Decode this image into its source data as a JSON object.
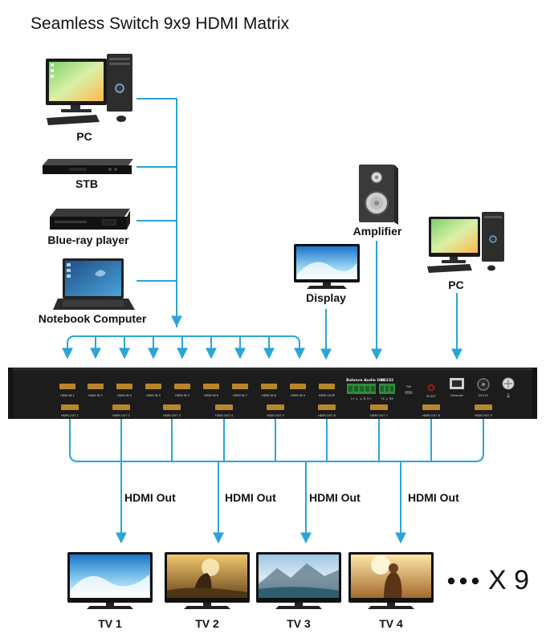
{
  "title": "Seamless Switch 9x9 HDMI Matrix",
  "sources": {
    "pc": "PC",
    "stb": "STB",
    "bluray": "Blue-ray player",
    "notebook": "Notebook Computer"
  },
  "side_devices": {
    "display": "Display",
    "amplifier": "Amplifier",
    "pc2": "PC"
  },
  "panel": {
    "inputs": [
      "HDMI IN 1",
      "HDMI IN 2",
      "HDMI IN 3",
      "HDMI IN 4",
      "HDMI IN 5",
      "HDMI IN 6",
      "HDMI IN 7",
      "HDMI IN 8",
      "HDMI IN 9"
    ],
    "loop": "HDMI LOOP",
    "audio_out": "Balance Audio Out",
    "audio_pins": "L+  L-  ⏚  R-  R+",
    "rs232": "RS232",
    "rs232_pins": "TX  ⏚  RX",
    "fw": "FW",
    "ir": "IR-EXT",
    "ethernet": "Ethernet",
    "dc": "DC12V",
    "outputs": [
      "HDMI OUT 1",
      "HDMI OUT 2",
      "HDMI OUT 3",
      "HDMI OUT 4",
      "HDMI OUT 5",
      "HDMI OUT 6",
      "HDMI OUT 7",
      "HDMI OUT 8",
      "HDMI OUT 9"
    ]
  },
  "hdmi_out_label": "HDMI Out",
  "tvs": [
    "TV 1",
    "TV 2",
    "TV 3",
    "TV 4"
  ],
  "more": "X 9",
  "colors": {
    "line": "#2aa5d6",
    "panel": "#1c1c1c",
    "port": "#b8862a"
  }
}
